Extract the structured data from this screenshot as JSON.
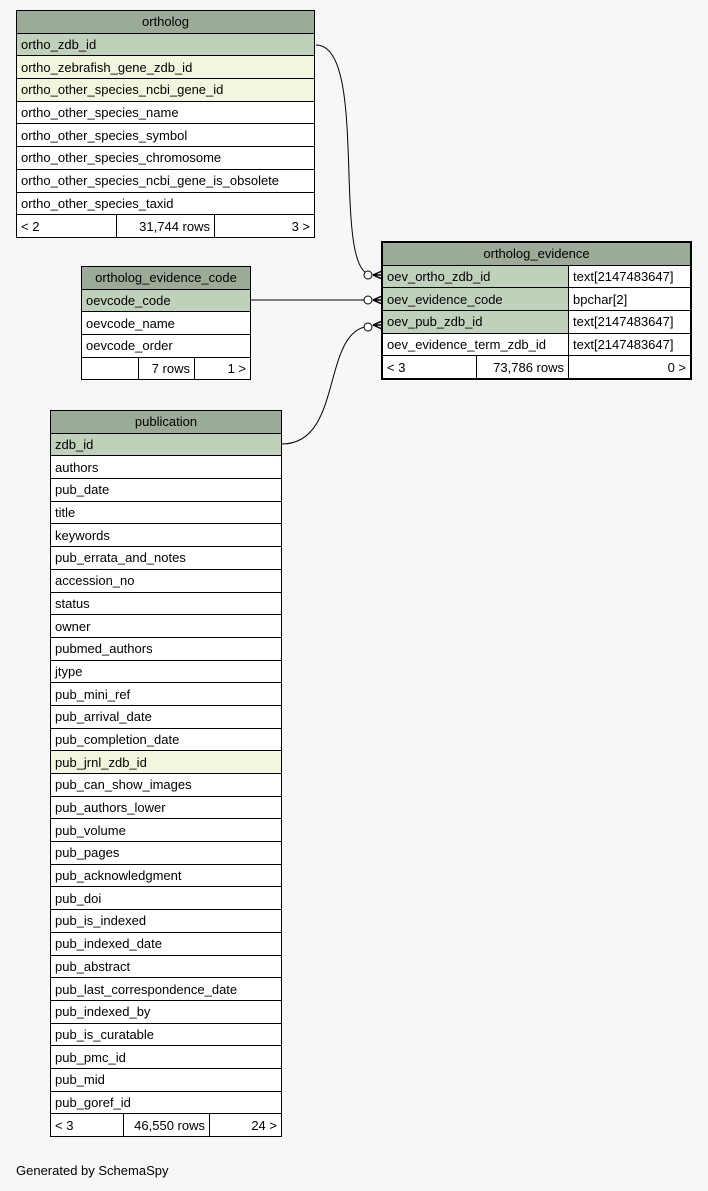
{
  "ortholog": {
    "title": "ortholog",
    "columns": [
      {
        "name": "ortho_zdb_id",
        "kind": "pk"
      },
      {
        "name": "ortho_zebrafish_gene_zdb_id",
        "kind": "fk"
      },
      {
        "name": "ortho_other_species_ncbi_gene_id",
        "kind": "fk"
      },
      {
        "name": "ortho_other_species_name",
        "kind": "plain"
      },
      {
        "name": "ortho_other_species_symbol",
        "kind": "plain"
      },
      {
        "name": "ortho_other_species_chromosome",
        "kind": "plain"
      },
      {
        "name": "ortho_other_species_ncbi_gene_is_obsolete",
        "kind": "plain"
      },
      {
        "name": "ortho_other_species_taxid",
        "kind": "plain"
      }
    ],
    "footer": {
      "left": "< 2",
      "rows": "31,744 rows",
      "right": "3 >"
    }
  },
  "ortholog_evidence_code": {
    "title": "ortholog_evidence_code",
    "columns": [
      {
        "name": "oevcode_code",
        "kind": "pk"
      },
      {
        "name": "oevcode_name",
        "kind": "plain"
      },
      {
        "name": "oevcode_order",
        "kind": "plain"
      }
    ],
    "footer": {
      "left": "",
      "rows": "7 rows",
      "right": "1 >"
    }
  },
  "ortholog_evidence": {
    "title": "ortholog_evidence",
    "columns": [
      {
        "name": "oev_ortho_zdb_id",
        "type": "text[2147483647]",
        "kind": "pk"
      },
      {
        "name": "oev_evidence_code",
        "type": "bpchar[2]",
        "kind": "pk"
      },
      {
        "name": "oev_pub_zdb_id",
        "type": "text[2147483647]",
        "kind": "pk"
      },
      {
        "name": "oev_evidence_term_zdb_id",
        "type": "text[2147483647]",
        "kind": "plain"
      }
    ],
    "footer": {
      "left": "< 3",
      "rows": "73,786 rows",
      "right": "0 >"
    }
  },
  "publication": {
    "title": "publication",
    "columns": [
      {
        "name": "zdb_id",
        "kind": "pk"
      },
      {
        "name": "authors",
        "kind": "plain"
      },
      {
        "name": "pub_date",
        "kind": "plain"
      },
      {
        "name": "title",
        "kind": "plain"
      },
      {
        "name": "keywords",
        "kind": "plain"
      },
      {
        "name": "pub_errata_and_notes",
        "kind": "plain"
      },
      {
        "name": "accession_no",
        "kind": "plain"
      },
      {
        "name": "status",
        "kind": "plain"
      },
      {
        "name": "owner",
        "kind": "plain"
      },
      {
        "name": "pubmed_authors",
        "kind": "plain"
      },
      {
        "name": "jtype",
        "kind": "plain"
      },
      {
        "name": "pub_mini_ref",
        "kind": "plain"
      },
      {
        "name": "pub_arrival_date",
        "kind": "plain"
      },
      {
        "name": "pub_completion_date",
        "kind": "plain"
      },
      {
        "name": "pub_jrnl_zdb_id",
        "kind": "fk"
      },
      {
        "name": "pub_can_show_images",
        "kind": "plain"
      },
      {
        "name": "pub_authors_lower",
        "kind": "plain"
      },
      {
        "name": "pub_volume",
        "kind": "plain"
      },
      {
        "name": "pub_pages",
        "kind": "plain"
      },
      {
        "name": "pub_acknowledgment",
        "kind": "plain"
      },
      {
        "name": "pub_doi",
        "kind": "plain"
      },
      {
        "name": "pub_is_indexed",
        "kind": "plain"
      },
      {
        "name": "pub_indexed_date",
        "kind": "plain"
      },
      {
        "name": "pub_abstract",
        "kind": "plain"
      },
      {
        "name": "pub_last_correspondence_date",
        "kind": "plain"
      },
      {
        "name": "pub_indexed_by",
        "kind": "plain"
      },
      {
        "name": "pub_is_curatable",
        "kind": "plain"
      },
      {
        "name": "pub_pmc_id",
        "kind": "plain"
      },
      {
        "name": "pub_mid",
        "kind": "plain"
      },
      {
        "name": "pub_goref_id",
        "kind": "plain"
      }
    ],
    "footer": {
      "left": "< 3",
      "rows": "46,550 rows",
      "right": "24 >"
    }
  },
  "footer_text": "Generated by SchemaSpy",
  "colors": {
    "header": "#9caa98",
    "primary_key": "#bfd0bb",
    "foreign_key": "#f3f6de",
    "background": "#f7f7f7"
  }
}
